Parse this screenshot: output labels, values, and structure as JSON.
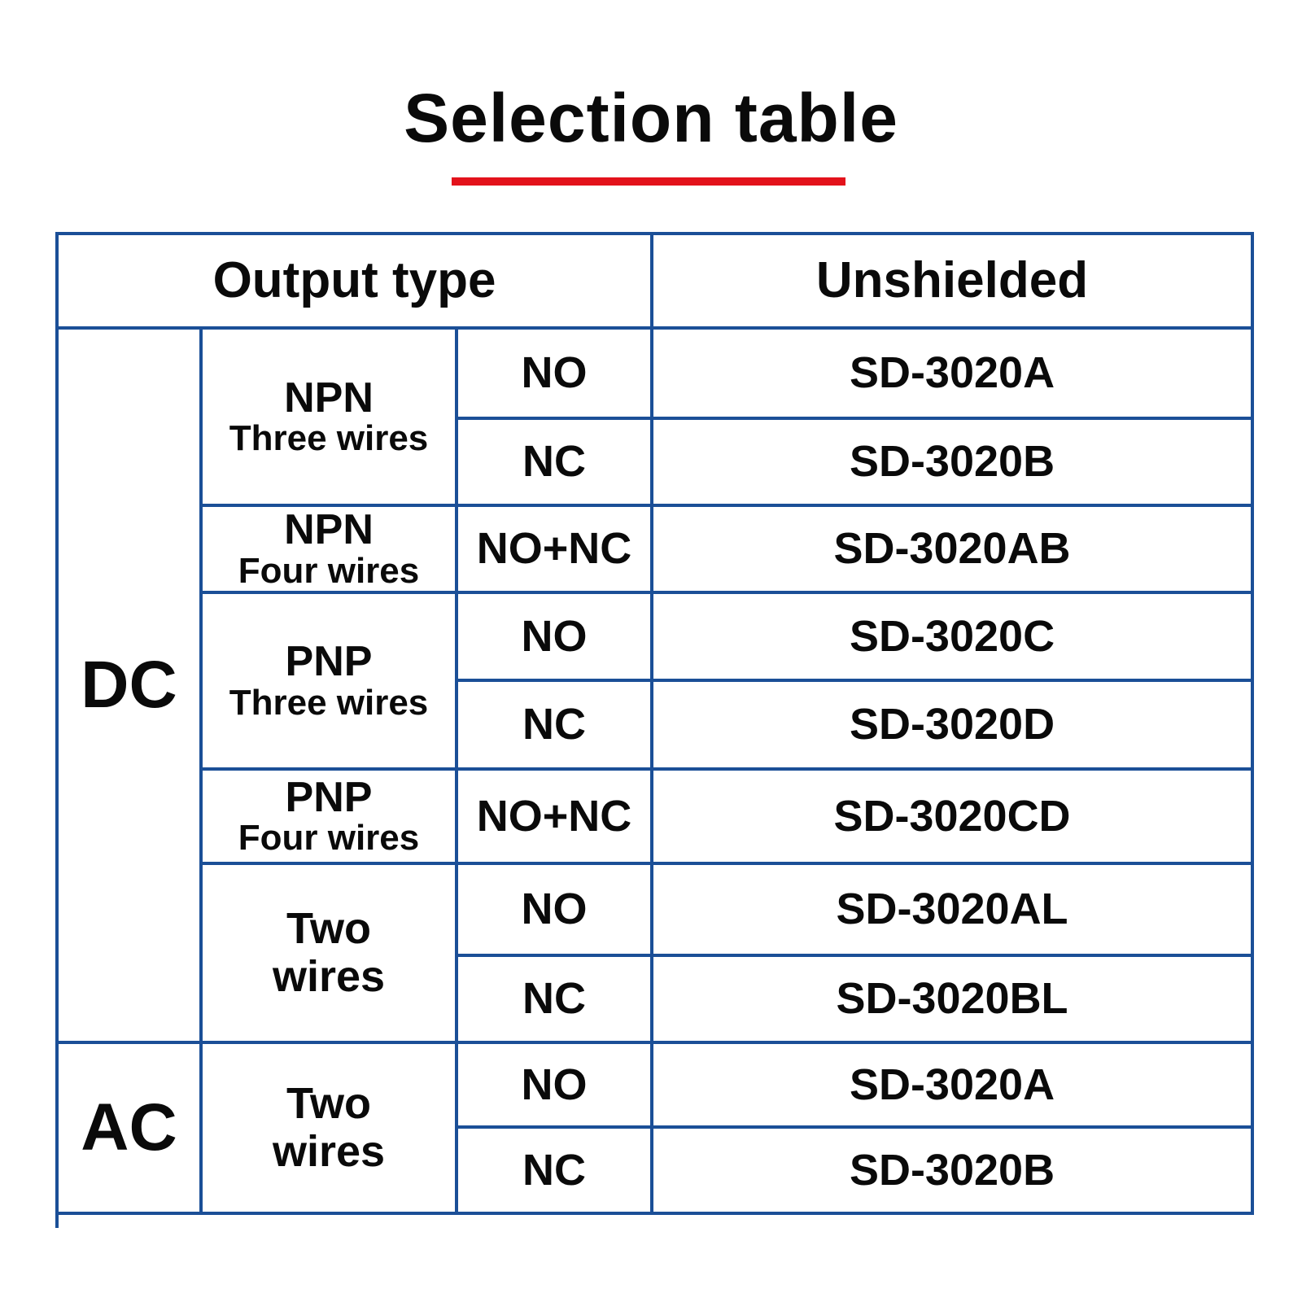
{
  "title": "Selection table",
  "colors": {
    "accent_underline": "#e3121b",
    "grid_border": "#1b4f97"
  },
  "header": {
    "output_type": "Output type",
    "unshielded": "Unshielded"
  },
  "groups": {
    "dc": "DC",
    "ac": "AC",
    "npn3": {
      "main": "NPN",
      "sub": "Three wires"
    },
    "npn4": {
      "main": "NPN",
      "sub": "Four wires"
    },
    "pnp3": {
      "main": "PNP",
      "sub": "Three wires"
    },
    "pnp4": {
      "main": "PNP",
      "sub": "Four wires"
    },
    "dc_two": {
      "line1": "Two",
      "line2": "wires"
    },
    "ac_two": {
      "line1": "Two",
      "line2": "wires"
    }
  },
  "rows": [
    {
      "signal": "NO",
      "model": "SD-3020A"
    },
    {
      "signal": "NC",
      "model": "SD-3020B"
    },
    {
      "signal": "NO+NC",
      "model": "SD-3020AB"
    },
    {
      "signal": "NO",
      "model": "SD-3020C"
    },
    {
      "signal": "NC",
      "model": "SD-3020D"
    },
    {
      "signal": "NO+NC",
      "model": "SD-3020CD"
    },
    {
      "signal": "NO",
      "model": "SD-3020AL"
    },
    {
      "signal": "NC",
      "model": "SD-3020BL"
    },
    {
      "signal": "NO",
      "model": "SD-3020A"
    },
    {
      "signal": "NC",
      "model": "SD-3020B"
    }
  ]
}
